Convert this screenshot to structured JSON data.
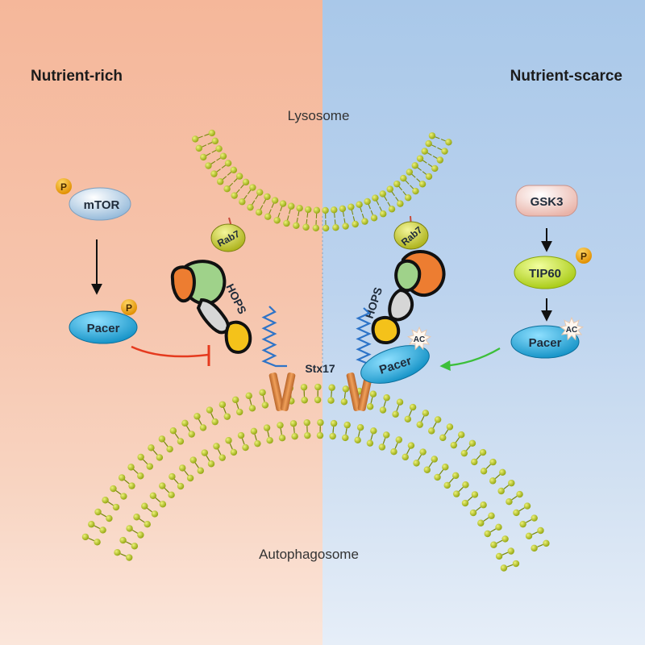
{
  "labels": {
    "left_condition": "Nutrient-rich",
    "right_condition": "Nutrient-scarce",
    "lysosome": "Lysosome",
    "autophagosome": "Autophagosome",
    "stx17": "Stx17"
  },
  "left": {
    "mtor": "mTOR",
    "pacer": "Pacer",
    "rab7": "Rab7",
    "hops": "HOPS",
    "phospho": "P"
  },
  "right": {
    "gsk3": "GSK3",
    "tip60": "TIP60",
    "pacer_free": "Pacer",
    "pacer_bound": "Pacer",
    "rab7": "Rab7",
    "hops": "HOPS",
    "phospho": "P",
    "acetyl": "AC",
    "acetyl_bound": "AC"
  },
  "colors": {
    "bg_left": "#f5b79a",
    "bg_right": "#a9c8e9",
    "lipid_head": "#b5c714",
    "pacer": "#1ca8dc",
    "rab7": "#c9cf26",
    "mtor": "#a7c7e2",
    "gsk3": "#f2c9c0",
    "tip60": "#c4e327",
    "phospho": "#f2a400",
    "inhibit_arrow": "#e53a1e",
    "activate_arrow": "#3cbf3a",
    "hops_orange": "#ed7d31",
    "hops_green": "#9fd28a",
    "hops_yellow": "#f4c21a",
    "stx17": "#d8873a",
    "spring": "#2e74c8"
  }
}
